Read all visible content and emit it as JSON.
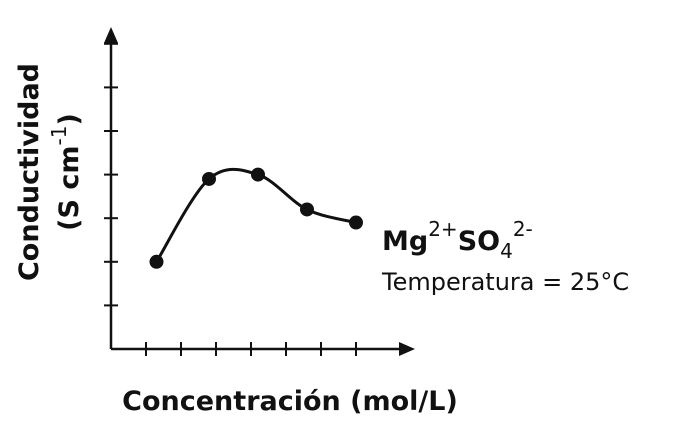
{
  "chart_data": {
    "type": "line",
    "xlabel": "Concentración (mol/L)",
    "ylabel": {
      "line1": "Conductividad",
      "line2_prefix": "(S cm",
      "line2_sup": "-1",
      "line2_suffix": ")"
    },
    "annotation": {
      "ion_part1": "Mg",
      "ion_sup1": "2+",
      "ion_part2": "SO",
      "ion_sub": "4",
      "ion_sup2": "2-",
      "temperature": "Temperatura = 25°C"
    },
    "xlim": [
      0,
      10
    ],
    "ylim": [
      0,
      10
    ],
    "x_ticks": [
      1,
      2,
      3,
      4,
      5,
      6,
      7
    ],
    "y_ticks": [
      1,
      2,
      3,
      4,
      5,
      6,
      7
    ],
    "grid": false,
    "series": [
      {
        "x": [
          1.3,
          2.8,
          4.2,
          5.6,
          7.0
        ],
        "y": [
          2.0,
          3.9,
          4.0,
          3.2,
          2.9
        ]
      }
    ],
    "color": "#111111"
  }
}
